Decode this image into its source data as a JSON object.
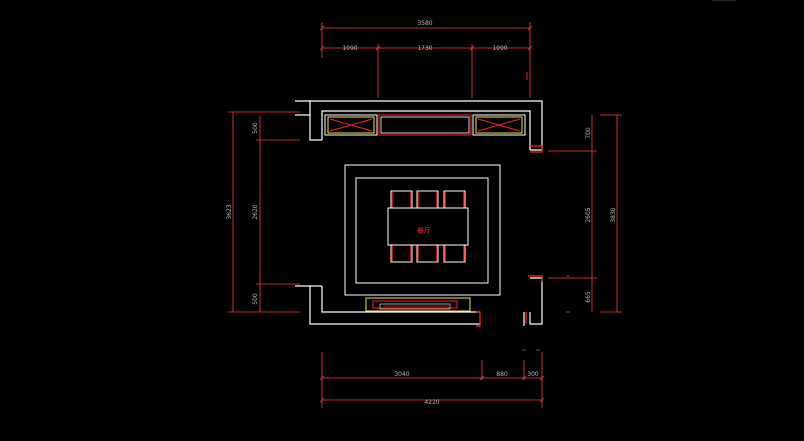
{
  "labels": {
    "room": "餐厅"
  },
  "dimensions": {
    "top_total": "3580",
    "top_left": "1090",
    "top_mid": "1730",
    "top_right": "1090",
    "left_overall": "3623",
    "left_top": "500",
    "left_mid": "2620",
    "left_bottom": "500",
    "right_overall": "3830",
    "right_top": "700",
    "right_mid": "2605",
    "right_bottom": "665",
    "bottom_a": "3040",
    "bottom_b": "880",
    "bottom_c": "300",
    "bottom_total": "4220"
  },
  "colors": {
    "wall": "#ffffff",
    "dimension": "#ff3b3b",
    "dimension_text": "#b9b9b9",
    "furniture": "#ff2020",
    "accent": "#f2e35a",
    "background": "#000000"
  }
}
